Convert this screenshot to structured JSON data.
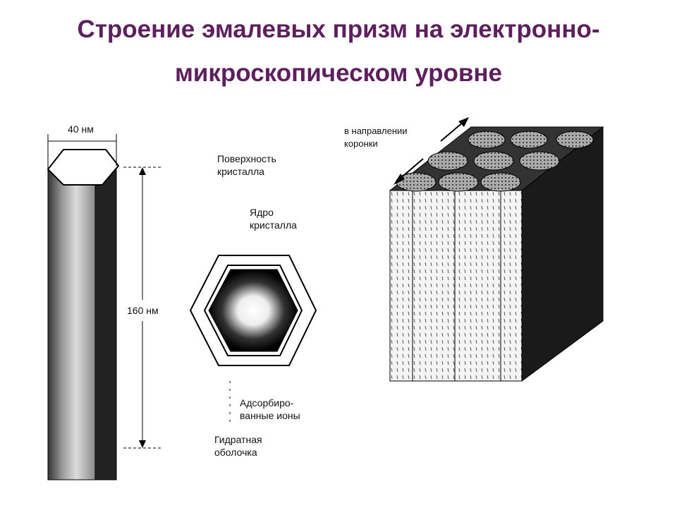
{
  "title": {
    "line1": "Строение эмалевых призм на электронно-",
    "line2": "микроскопическом уровне"
  },
  "colors": {
    "title": "#5e1f5e"
  },
  "diagram": {
    "prism": {
      "width_label": "40 нм",
      "height_label": "160 нм"
    },
    "crystal": {
      "surface_label": [
        "Поверхность",
        "кристалла"
      ],
      "core_label": [
        "Ядро",
        "кристалла"
      ],
      "ions_label": [
        "Адсорбиро-",
        "ванные ионы"
      ],
      "hydrate_label": [
        "Гидратная",
        "оболочка"
      ]
    },
    "block": {
      "direction_label": [
        "в направлении",
        "коронки"
      ]
    }
  }
}
